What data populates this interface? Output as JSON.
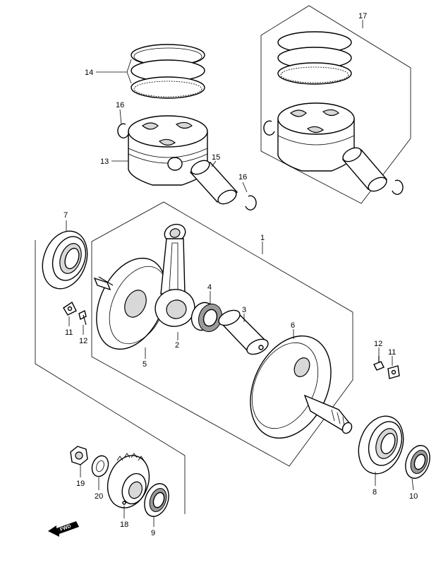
{
  "callouts": {
    "c1": "1",
    "c2": "2",
    "c3": "3",
    "c4": "4",
    "c5": "5",
    "c6": "6",
    "c7": "7",
    "c8": "8",
    "c9": "9",
    "c10": "10",
    "c11a": "11",
    "c11b": "11",
    "c12a": "12",
    "c12b": "12",
    "c13": "13",
    "c14": "14",
    "c15": "15",
    "c16a": "16",
    "c16b": "16",
    "c17": "17",
    "c18": "18",
    "c19": "19",
    "c20": "20"
  },
  "direction_badge": {
    "label": "FWD"
  }
}
